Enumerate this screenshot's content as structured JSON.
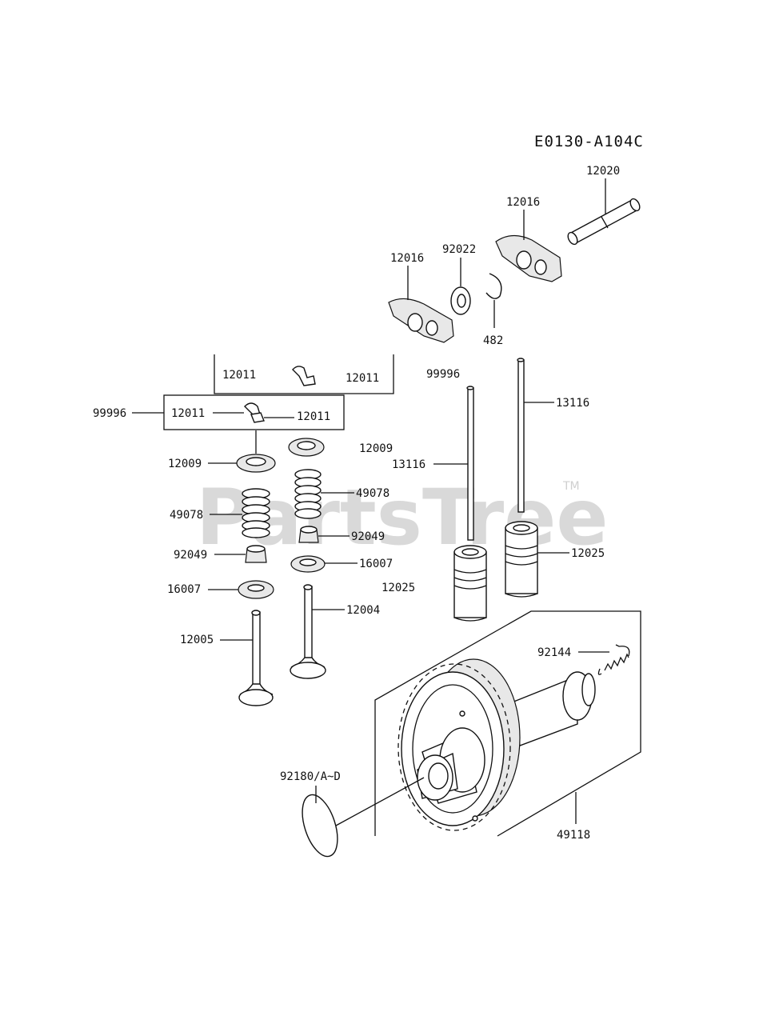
{
  "diagram": {
    "code": "E0130-A104C",
    "watermark": "PartsTree",
    "trademark": "TM",
    "labels": {
      "shaft_12020": "12020",
      "arm_right_12016": "12016",
      "washer_92022": "92022",
      "arm_left_12016": "12016",
      "clip_482": "482",
      "box_top_left_12011": "12011",
      "box_top_right_12011": "12011",
      "box_99996": "99996",
      "box_inner_left_12011": "12011",
      "box_inner_right_12011": "12011",
      "retainer_left_12009": "12009",
      "retainer_right_12009": "12009",
      "spring_left_49078": "49078",
      "spring_right_49078": "49078",
      "seal_left_92049": "92049",
      "seal_right_92049": "92049",
      "seat_left_16007": "16007",
      "seat_right_16007": "16007",
      "valve_exhaust_12005": "12005",
      "valve_intake_12004": "12004",
      "pushrod_99996": "99996",
      "pushrod_left_13116": "13116",
      "pushrod_right_13116": "13116",
      "lifter_left_12025": "12025",
      "lifter_right_12025": "12025",
      "spring_92144": "92144",
      "shim_92180": "92180/A~D",
      "camshaft_49118": "49118"
    }
  }
}
